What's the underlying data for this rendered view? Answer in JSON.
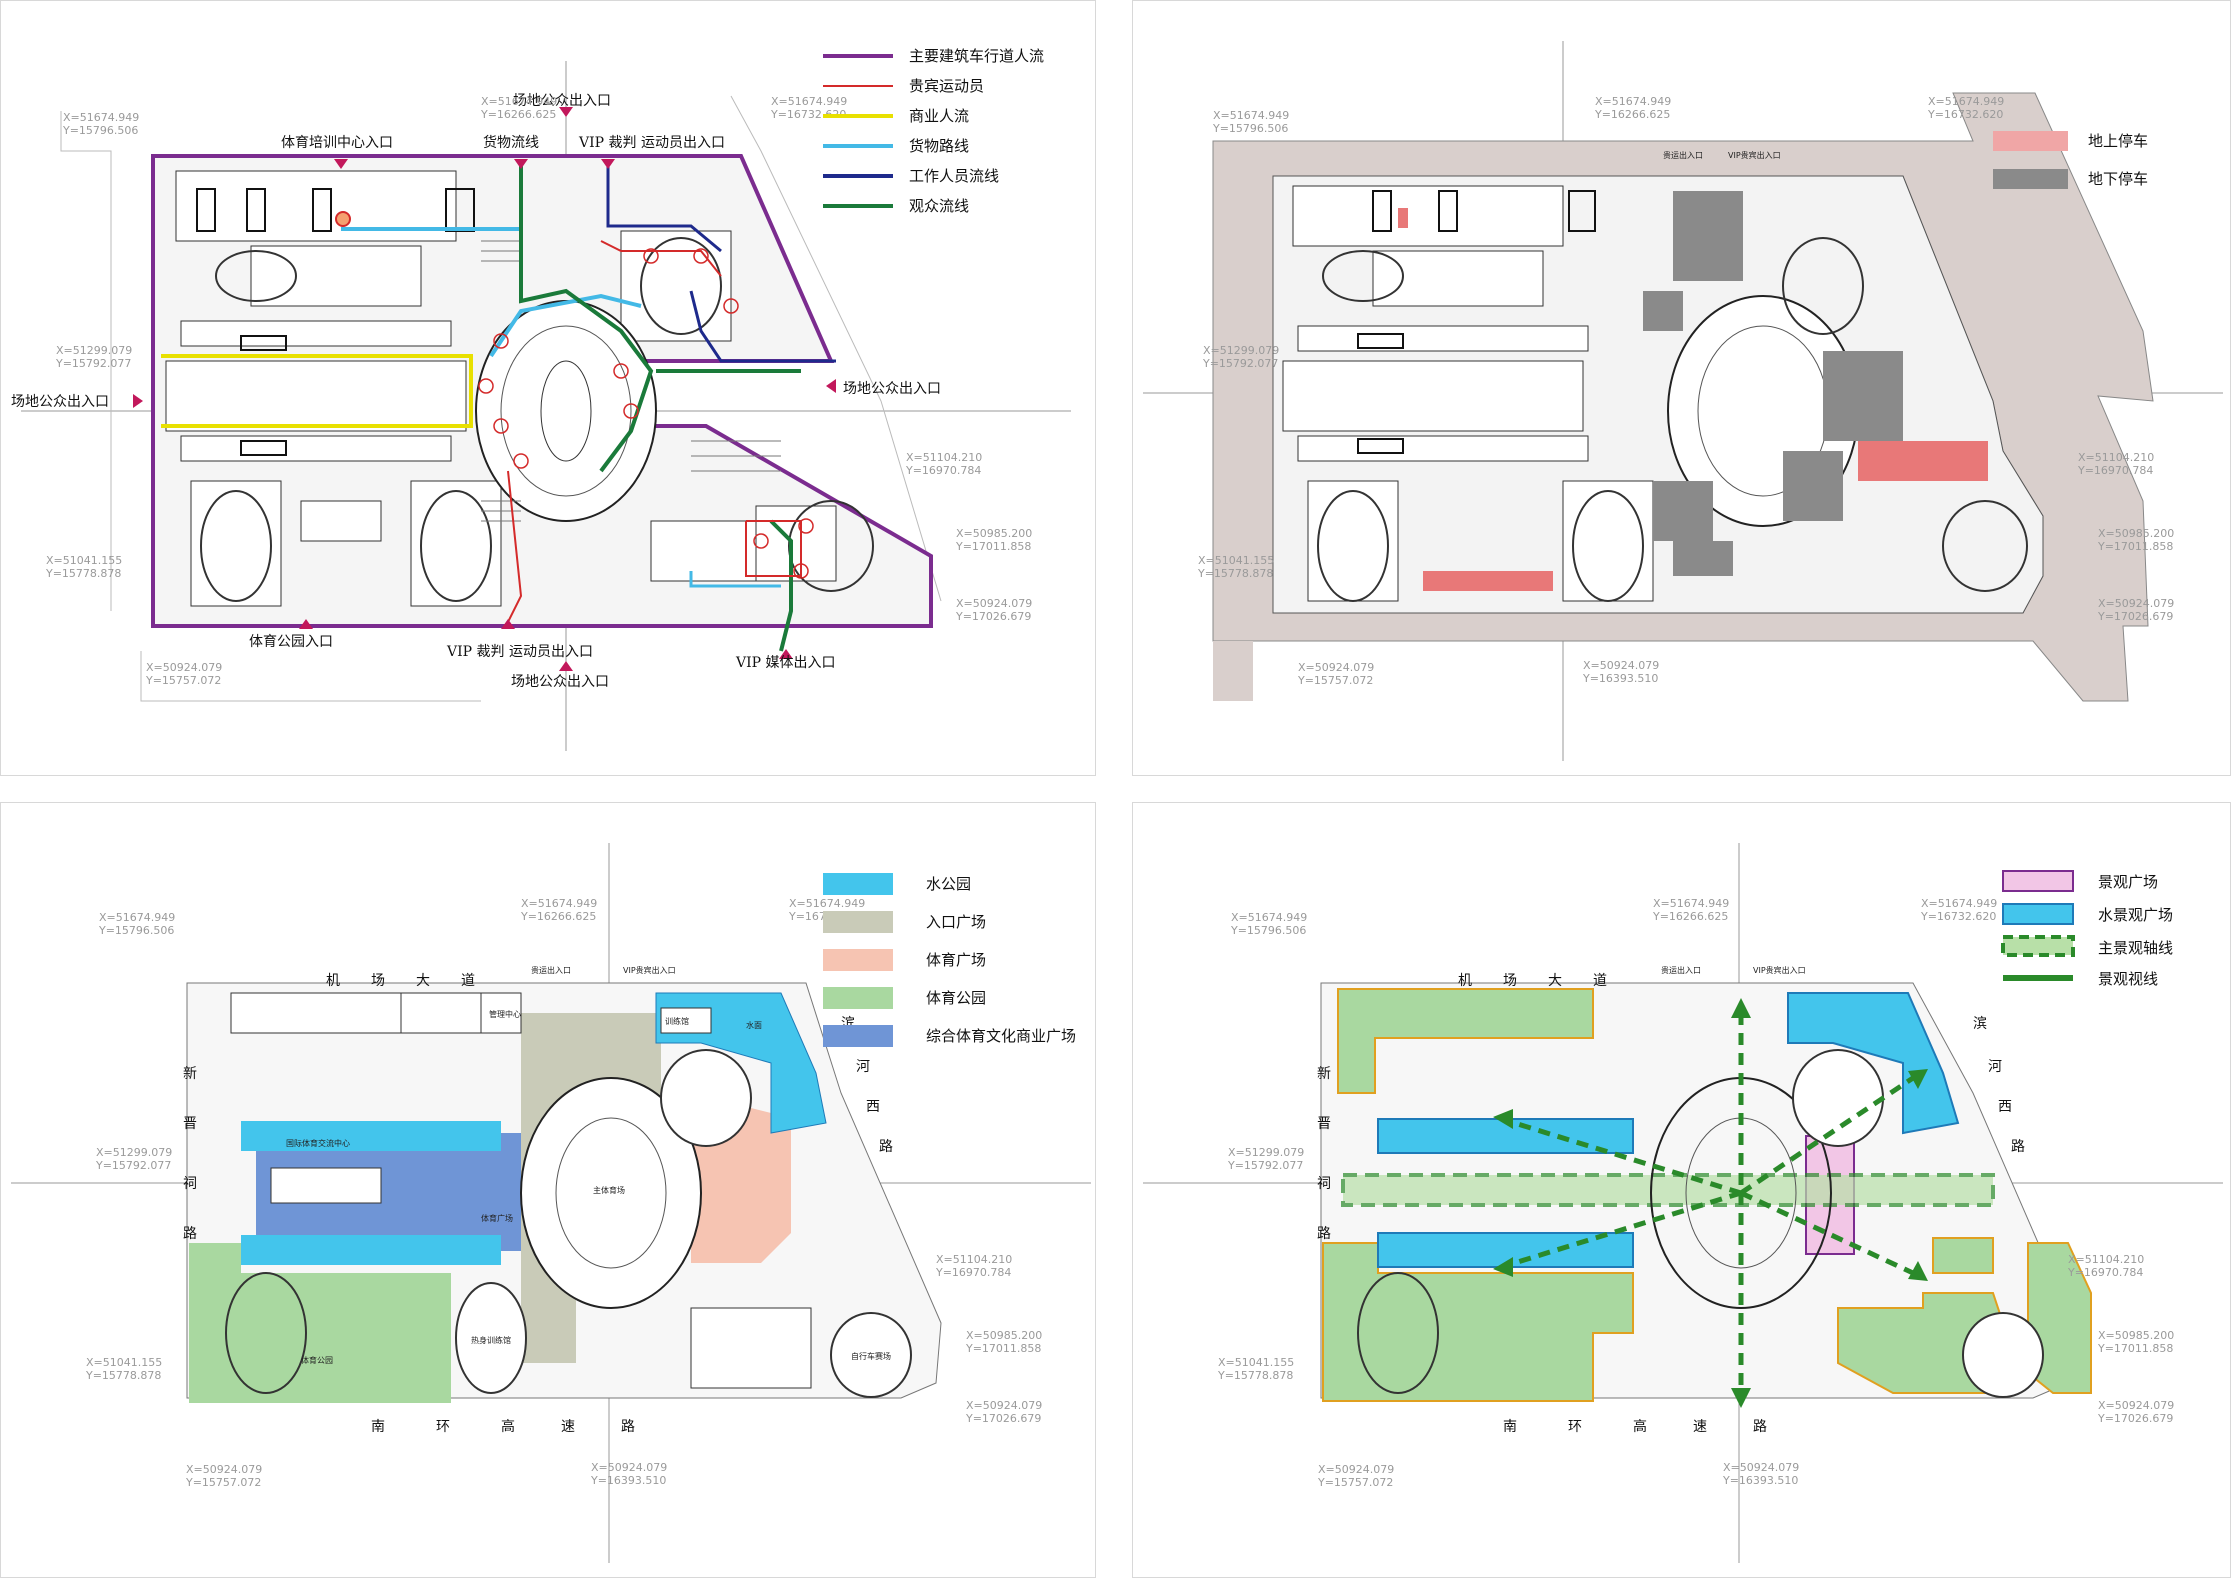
{
  "coords": {
    "nw": [
      "X=51674.949",
      "Y=15796.506"
    ],
    "n1": [
      "X=51674.949",
      "Y=16266.625"
    ],
    "n2": [
      "X=51674.949",
      "Y=16732.620"
    ],
    "w": [
      "X=51299.079",
      "Y=15792.077"
    ],
    "e1": [
      "X=51104.210",
      "Y=16970.784"
    ],
    "e2": [
      "X=50985.200",
      "Y=17011.858"
    ],
    "e3": [
      "X=50924.079",
      "Y=17026.679"
    ],
    "sw": [
      "X=51041.155",
      "Y=15778.878"
    ],
    "s1": [
      "X=50924.079",
      "Y=15757.072"
    ],
    "s2": [
      "X=50924.079",
      "Y=16393.510"
    ]
  },
  "panel1": {
    "legend": [
      {
        "label": "主要建筑车行道人流",
        "color": "#7b2c8f"
      },
      {
        "label": "贵宾运动员",
        "color": "#d42a2a"
      },
      {
        "label": "商业人流",
        "color": "#e8e000"
      },
      {
        "label": "货物路线",
        "color": "#43b9e6"
      },
      {
        "label": "工作人员流线",
        "color": "#1e2a8c"
      },
      {
        "label": "观众流线",
        "color": "#1a7a3a"
      }
    ],
    "entrances": {
      "top_public": "场地公众出入口",
      "training": "体育培训中心入口",
      "cargo": "货物流线",
      "vip_top": "VIP 裁判 运动员出入口",
      "west": "场地公众出入口",
      "east": "场地公众出入口",
      "park": "体育公园入口",
      "vip_bottom": "VIP 裁判 运动员出入口",
      "bottom_public": "场地公众出入口",
      "media": "VIP 媒体出入口"
    }
  },
  "panel2": {
    "legend": [
      {
        "label": "地上停车",
        "color": "#f0a6a6"
      },
      {
        "label": "地下停车",
        "color": "#8a8a8a"
      }
    ],
    "gate_labels": [
      "贵运出入口",
      "VIP贵宾出入口"
    ]
  },
  "panel3": {
    "legend": [
      {
        "label": "水公园",
        "color": "#43c5ec"
      },
      {
        "label": "入口广场",
        "color": "#c9cbb8"
      },
      {
        "label": "体育广场",
        "color": "#f6c4b2"
      },
      {
        "label": "体育公园",
        "color": "#a9d8a0"
      },
      {
        "label": "综合体育文化商业广场",
        "color": "#6f95d6"
      }
    ],
    "roads": {
      "north": [
        "机",
        "场",
        "大",
        "道"
      ],
      "south": [
        "南",
        "环",
        "高",
        "速",
        "路"
      ],
      "west": [
        "新",
        "晋",
        "祠",
        "路"
      ],
      "east": [
        "滨",
        "河",
        "西",
        "路"
      ]
    },
    "gate_labels": [
      "贵运出入口",
      "VIP贵宾出入口"
    ],
    "building_labels": [
      "管理中心",
      "训练馆",
      "水面",
      "国际体育交流中心",
      "主体育场",
      "体育广场",
      "热身训练馆",
      "体育公园",
      "自行车赛场"
    ]
  },
  "panel4": {
    "legend": [
      {
        "label": "景观广场",
        "color": "#f2c6e6"
      },
      {
        "label": "水景观广场",
        "color": "#43c5ec"
      },
      {
        "label": "主景观轴线",
        "color": "#2a8a2a"
      },
      {
        "label": "景观视线",
        "color": "#2a8a2a"
      }
    ],
    "roads": {
      "north": [
        "机",
        "场",
        "大",
        "道"
      ],
      "south": [
        "南",
        "环",
        "高",
        "速",
        "路"
      ],
      "west": [
        "新",
        "晋",
        "祠",
        "路"
      ],
      "east": [
        "滨",
        "河",
        "西",
        "路"
      ]
    },
    "gate_labels": [
      "贵运出入口",
      "VIP贵宾出入口"
    ]
  }
}
